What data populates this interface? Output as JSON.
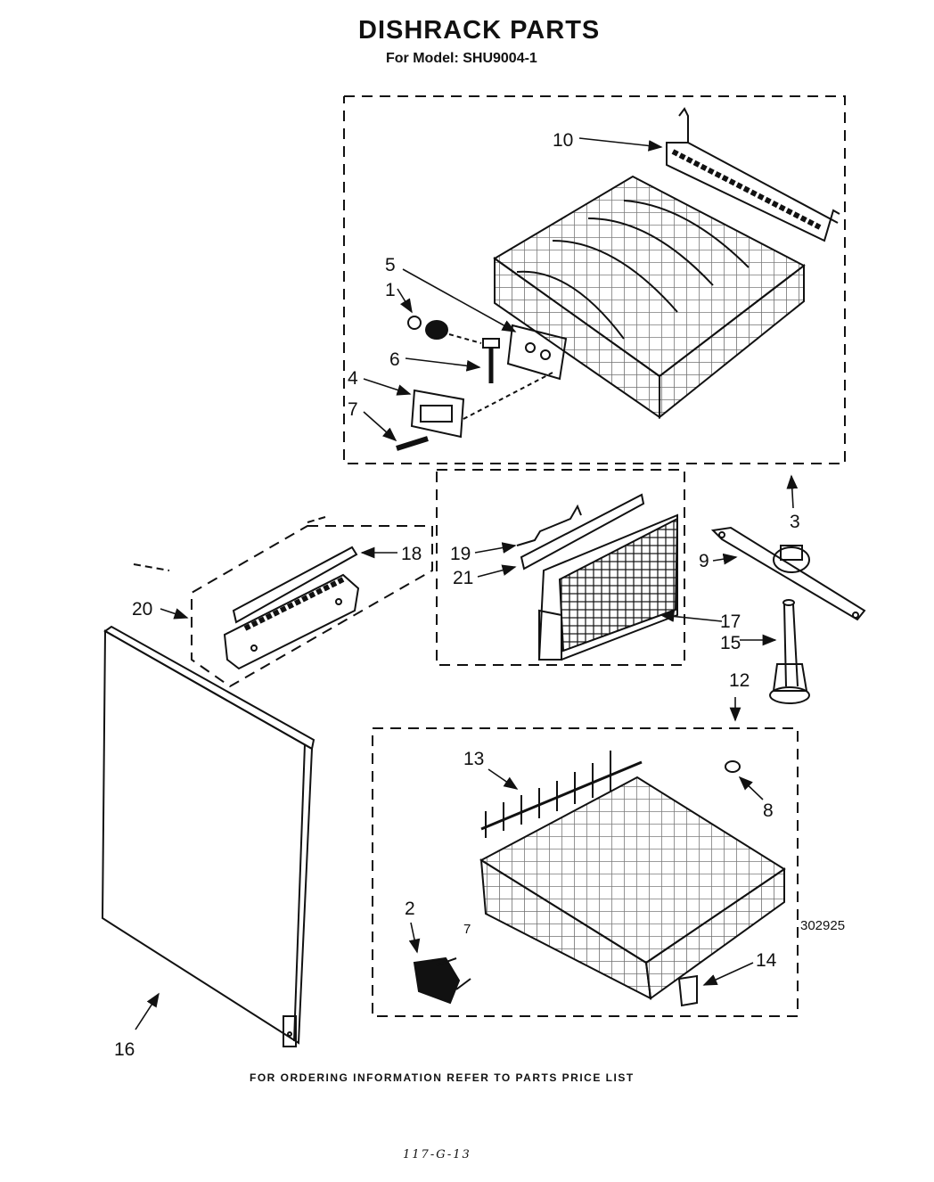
{
  "header": {
    "title": "DISHRACK PARTS",
    "subtitle": "For Model: SHU9004-1"
  },
  "callouts": {
    "c1": "1",
    "c2": "2",
    "c3": "3",
    "c4": "4",
    "c5": "5",
    "c6": "6",
    "c7": "7",
    "c8": "8",
    "c9": "9",
    "c10": "10",
    "c12": "12",
    "c13": "13",
    "c14": "14",
    "c15": "15",
    "c16": "16",
    "c17": "17",
    "c18": "18",
    "c19": "19",
    "c20": "20",
    "c21": "21"
  },
  "footer": {
    "note": "FOR ORDERING INFORMATION REFER TO PARTS PRICE LIST",
    "page_number": "7",
    "document_number": "302925",
    "handwritten": "117-G-13"
  }
}
